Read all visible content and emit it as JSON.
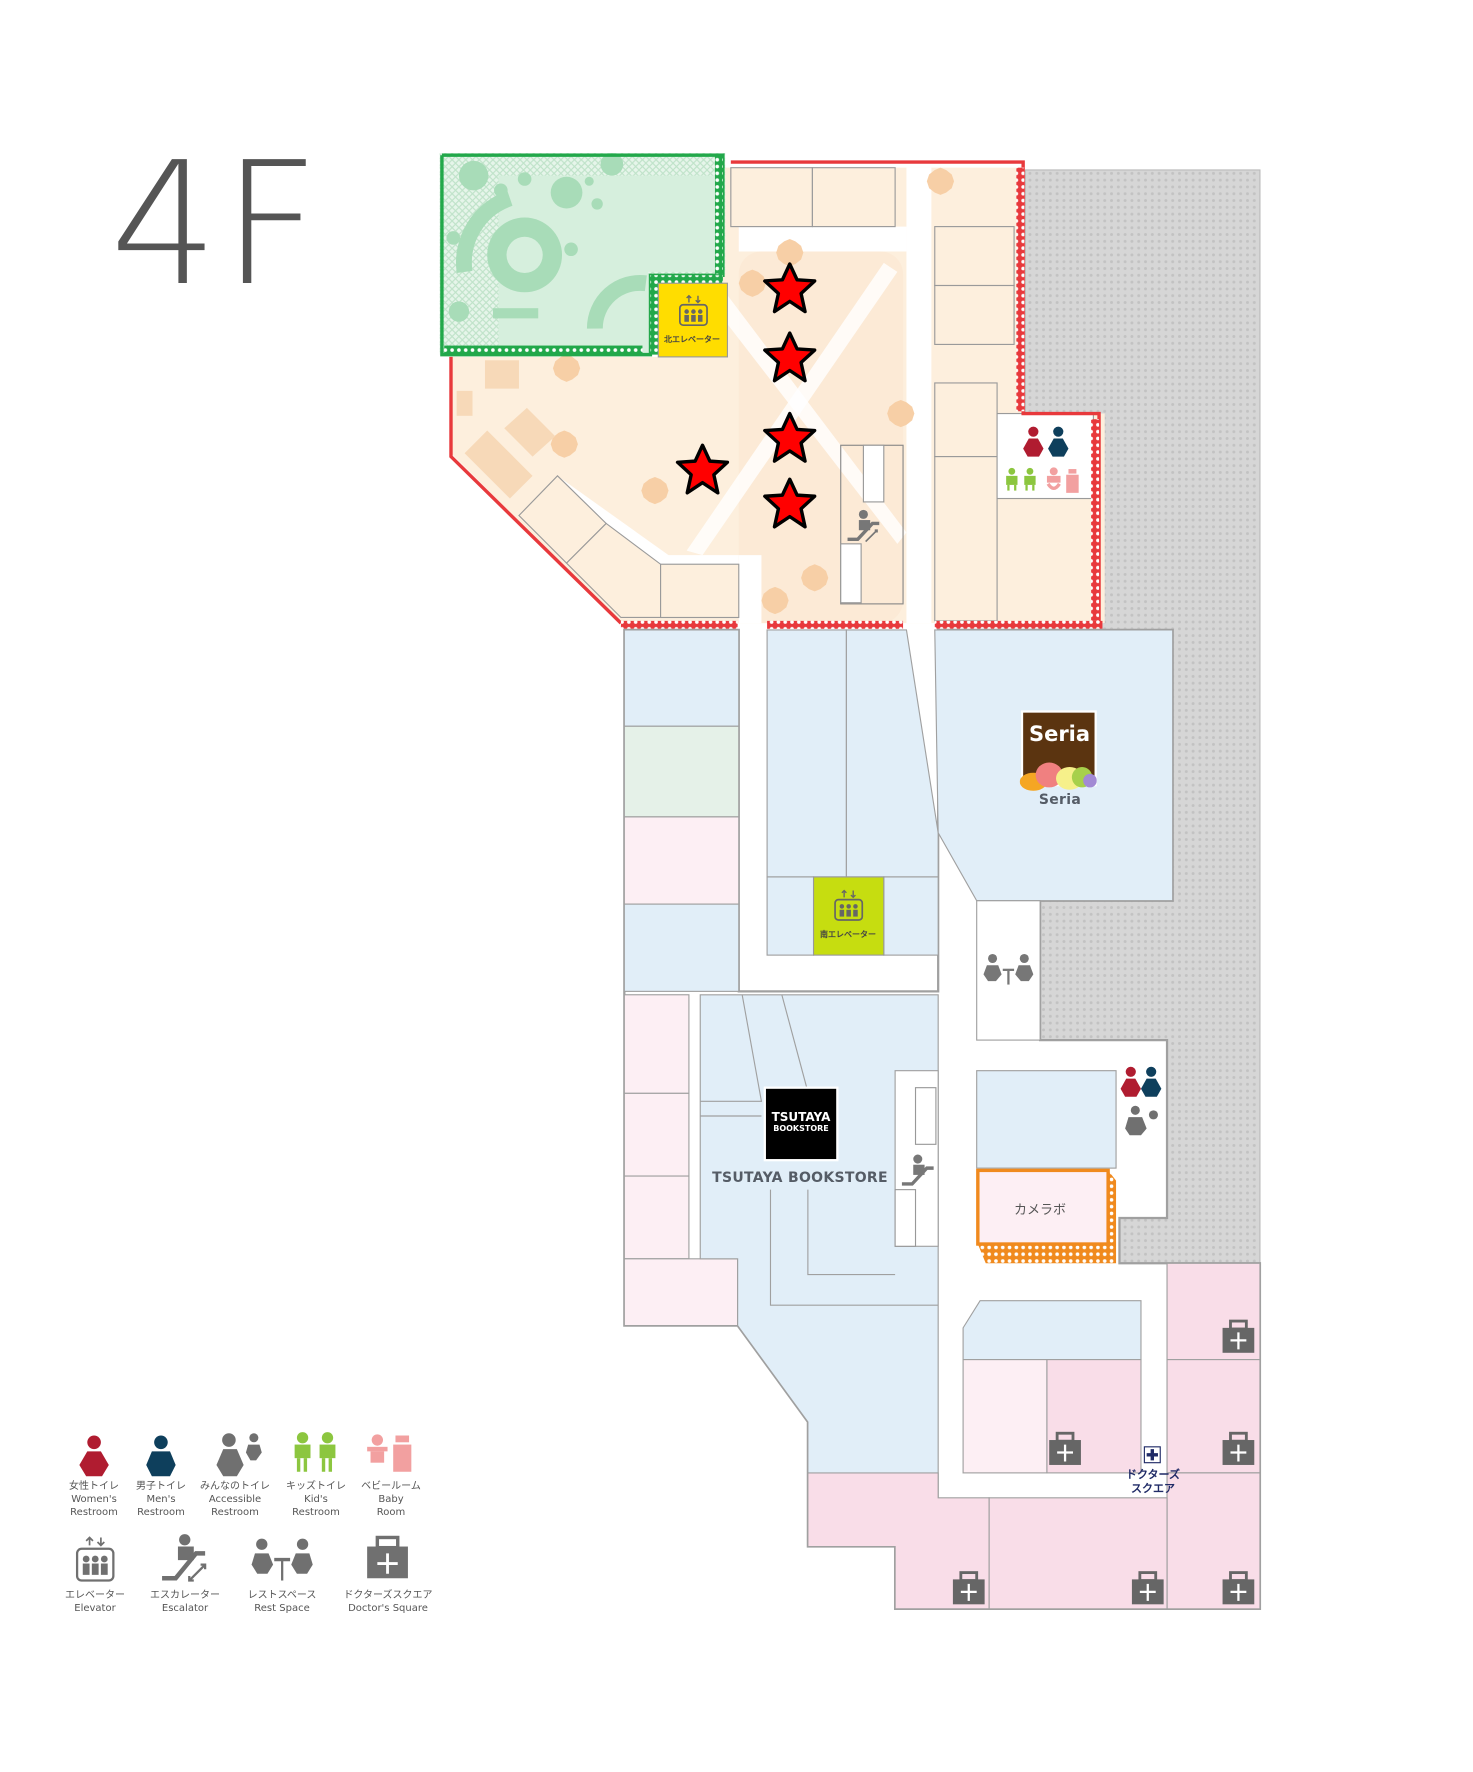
{
  "floor": {
    "label": "4F"
  },
  "colors": {
    "outline_red": "#e8393c",
    "outline_green": "#22a84a",
    "outline_orange": "#f08a1e",
    "zone_peach": "#fdefdd",
    "zone_blue": "#e1eef8",
    "zone_pink": "#f9dde8",
    "zone_lightpink": "#fdeff4",
    "zone_green": "#cdebd6",
    "parking_gray": "#cfcfcf",
    "star_red": "#ff0000",
    "elevator_north": "#ffdd00",
    "elevator_south": "#c6dd10",
    "seria_brown": "#5b3410",
    "tsutaya_black": "#000000",
    "women": "#b01c30",
    "men": "#0e3f5c",
    "accessible": "#707070",
    "kids": "#8cc63f",
    "baby": "#f2a0a0"
  },
  "facilities": {
    "north_elevator": {
      "label": "北エレベーター"
    },
    "south_elevator": {
      "label": "南エレベーター"
    }
  },
  "stores": {
    "seria": {
      "logo_text": "Seria",
      "name": "Seria"
    },
    "tsutaya": {
      "logo_line1": "TSUTAYA",
      "logo_line2": "BOOKSTORE",
      "name": "TSUTAYA BOOKSTORE"
    },
    "camera_lab": {
      "name": "カメラボ"
    },
    "doctors_square": {
      "line1": "ドクターズ",
      "line2": "スクエア"
    }
  },
  "markers": {
    "stars_count": 5
  },
  "legend": {
    "row1": [
      {
        "ja": "女性トイレ",
        "en1": "Women's",
        "en2": "Restroom",
        "icon": "women-restroom-icon"
      },
      {
        "ja": "男子トイレ",
        "en1": "Men's",
        "en2": "Restroom",
        "icon": "men-restroom-icon"
      },
      {
        "ja": "みんなのトイレ",
        "en1": "Accessible",
        "en2": "Restroom",
        "icon": "accessible-restroom-icon"
      },
      {
        "ja": "キッズトイレ",
        "en1": "Kid's",
        "en2": "Restroom",
        "icon": "kids-restroom-icon"
      },
      {
        "ja": "ベビールーム",
        "en1": "Baby",
        "en2": "Room",
        "icon": "baby-room-icon"
      }
    ],
    "row2": [
      {
        "ja": "エレベーター",
        "en1": "Elevator",
        "icon": "elevator-icon"
      },
      {
        "ja": "エスカレーター",
        "en1": "Escalator",
        "icon": "escalator-icon"
      },
      {
        "ja": "レストスペース",
        "en1": "Rest Space",
        "icon": "rest-space-icon"
      },
      {
        "ja": "ドクターズスクエア",
        "en1": "Doctor's Square",
        "icon": "doctors-square-icon"
      }
    ]
  }
}
